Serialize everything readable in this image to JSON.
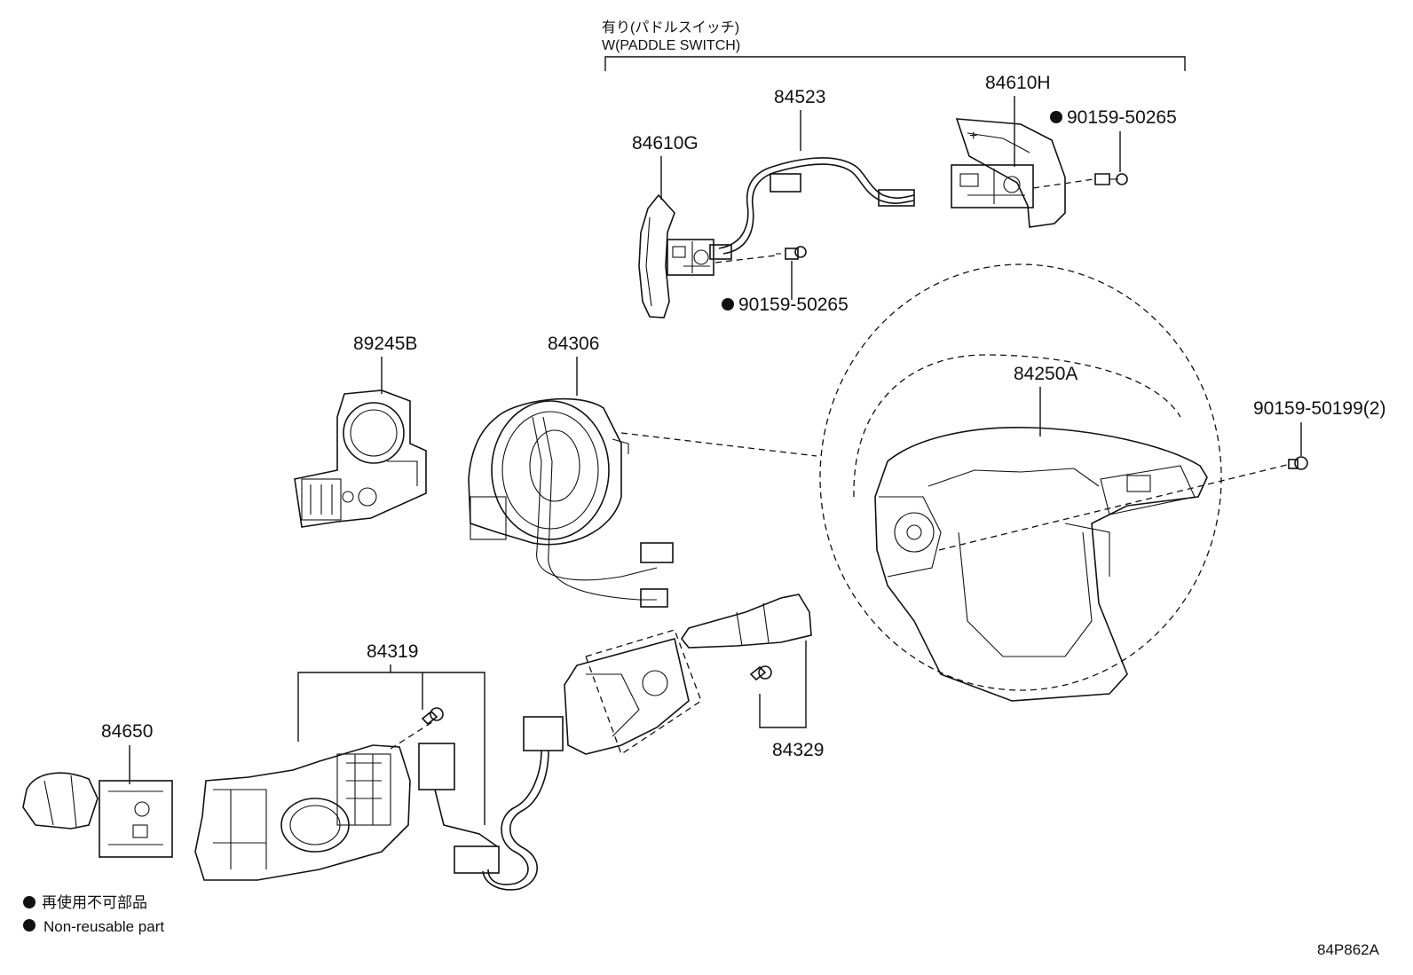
{
  "header": {
    "jp": "有り(パドルスイッチ)",
    "en": "W(PADDLE SWITCH)"
  },
  "parts": {
    "p84523": "84523",
    "p84610H": "84610H",
    "p84610G": "84610G",
    "screw_top_right": "90159-50265",
    "screw_top_left": "90159-50265",
    "p89245B": "89245B",
    "p84306": "84306",
    "p84250A": "84250A",
    "screw_wheel": "90159-50199(2)",
    "p84319": "84319",
    "p84650": "84650",
    "p84329": "84329"
  },
  "legend": {
    "jp": "再使用不可部品",
    "en": "Non-reusable part"
  },
  "diagram_id": "84P862A"
}
